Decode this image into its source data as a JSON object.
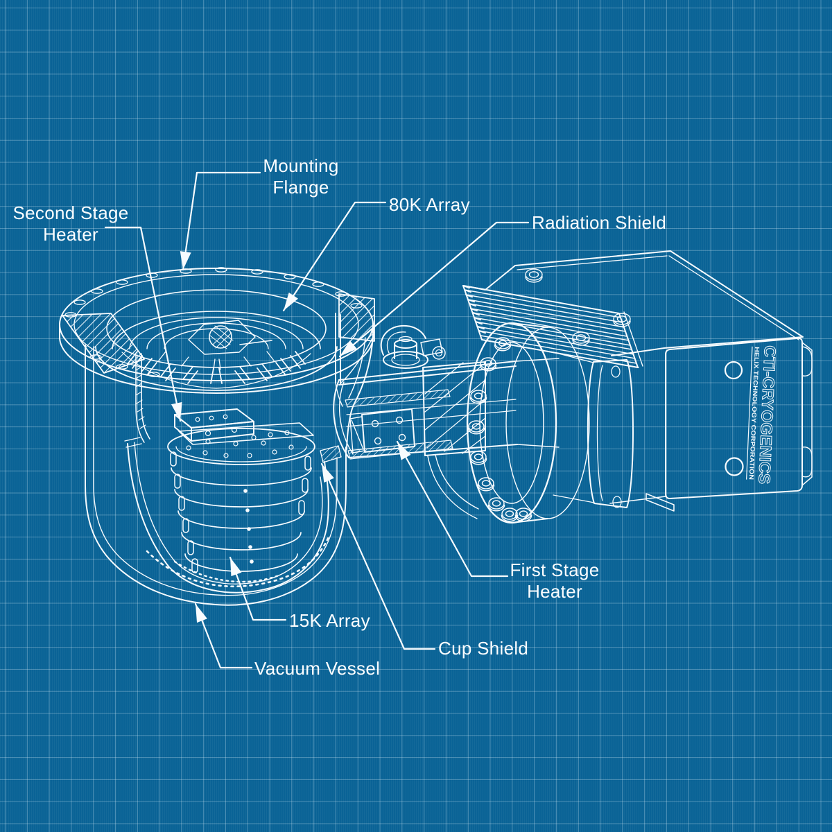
{
  "meta": {
    "description": "Blueprint cutaway diagram of a CTI-Cryogenics cryopump",
    "colors": {
      "background": "#0A6396",
      "grid_line": "#D9EEF8",
      "line_art": "#F7FBFE",
      "label_text": "#FBFDFF"
    }
  },
  "brand": {
    "name": "CTI-CRYOGENICS",
    "subtitle": "HELIX TECHNOLOGY CORPORATION"
  },
  "labels": {
    "mounting_flange": "Mounting\nFlange",
    "second_stage_heater": "Second Stage\nHeater",
    "array_80k": "80K Array",
    "radiation_shield": "Radiation Shield",
    "first_stage_heater": "First Stage\nHeater",
    "cup_shield": "Cup Shield",
    "array_15k": "15K Array",
    "vacuum_vessel": "Vacuum Vessel"
  }
}
